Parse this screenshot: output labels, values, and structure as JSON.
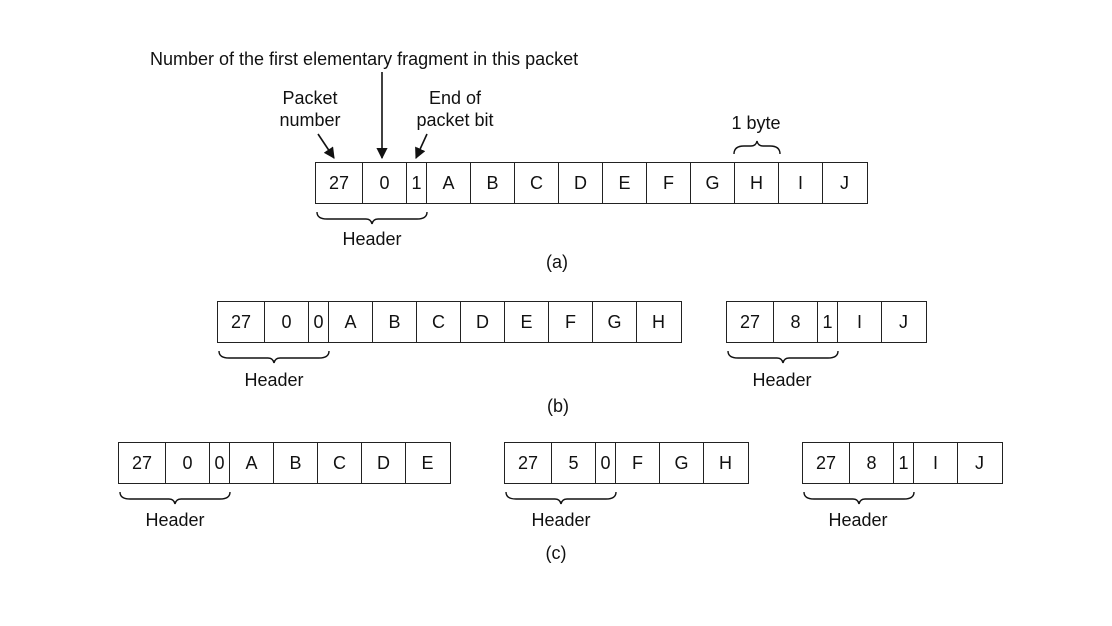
{
  "labels": {
    "first_fragment": "Number of the first elementary fragment in this packet",
    "packet_number_l1": "Packet",
    "packet_number_l2": "number",
    "end_bit_l1": "End of",
    "end_bit_l2": "packet bit",
    "one_byte": "1 byte",
    "header": "Header",
    "part_a": "(a)",
    "part_b": "(b)",
    "part_c": "(c)"
  },
  "packets": {
    "a": [
      "27",
      "0",
      "1",
      "A",
      "B",
      "C",
      "D",
      "E",
      "F",
      "G",
      "H",
      "I",
      "J"
    ],
    "b1": [
      "27",
      "0",
      "0",
      "A",
      "B",
      "C",
      "D",
      "E",
      "F",
      "G",
      "H"
    ],
    "b2": [
      "27",
      "8",
      "1",
      "I",
      "J"
    ],
    "c1": [
      "27",
      "0",
      "0",
      "A",
      "B",
      "C",
      "D",
      "E"
    ],
    "c2": [
      "27",
      "5",
      "0",
      "F",
      "G",
      "H"
    ],
    "c3": [
      "27",
      "8",
      "1",
      "I",
      "J"
    ]
  }
}
